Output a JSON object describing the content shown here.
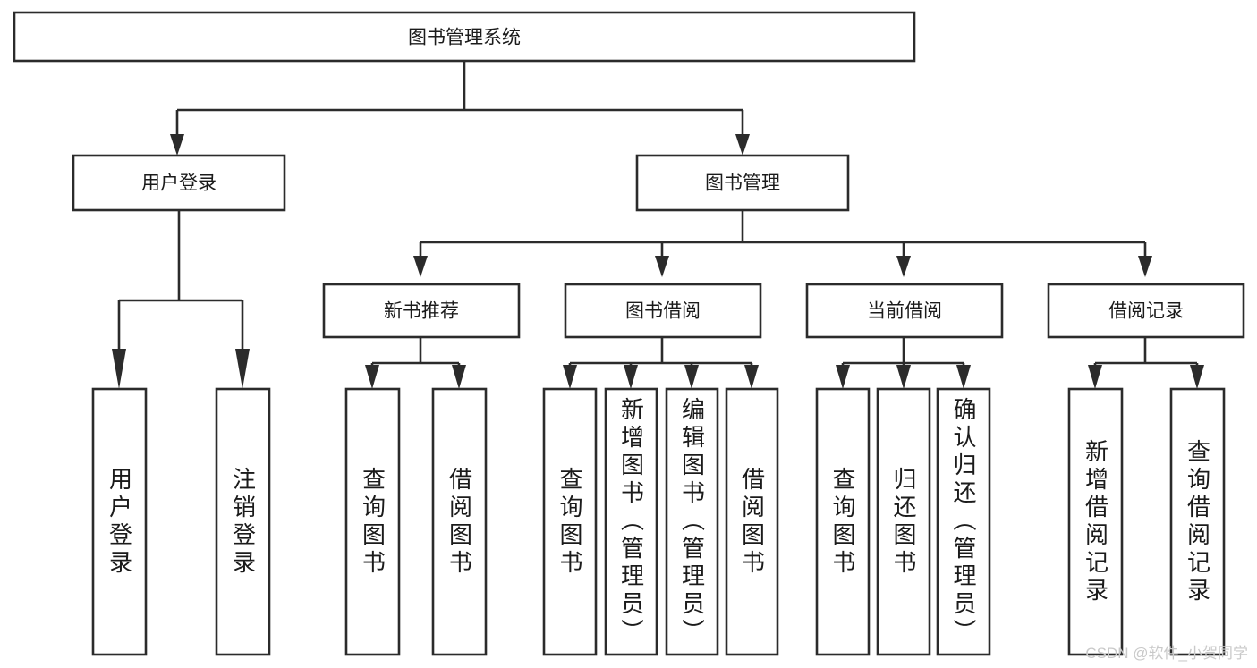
{
  "diagram": {
    "title_node": {
      "label": "图书管理系统",
      "id": "root"
    },
    "level2": [
      {
        "id": "user-login",
        "label": "用户登录"
      },
      {
        "id": "book-management",
        "label": "图书管理"
      }
    ],
    "level3": [
      {
        "id": "new-book-recommend",
        "label": "新书推荐",
        "parent": "book-management"
      },
      {
        "id": "book-borrow",
        "label": "图书借阅",
        "parent": "book-management"
      },
      {
        "id": "current-borrow",
        "label": "当前借阅",
        "parent": "book-management"
      },
      {
        "id": "borrow-record",
        "label": "借阅记录",
        "parent": "book-management"
      }
    ],
    "leaves": [
      {
        "id": "leaf-user-login",
        "label": "用户登录",
        "parent": "user-login"
      },
      {
        "id": "leaf-logout",
        "label": "注销登录",
        "parent": "user-login"
      },
      {
        "id": "leaf-query-book-1",
        "label": "查询图书",
        "parent": "new-book-recommend"
      },
      {
        "id": "leaf-borrow-book-1",
        "label": "借阅图书",
        "parent": "new-book-recommend"
      },
      {
        "id": "leaf-query-book-2",
        "label": "查询图书",
        "parent": "book-borrow"
      },
      {
        "id": "leaf-add-book",
        "label": "新增图书（管理员）",
        "parent": "book-borrow"
      },
      {
        "id": "leaf-edit-book",
        "label": "编辑图书（管理员）",
        "parent": "book-borrow"
      },
      {
        "id": "leaf-borrow-book-2",
        "label": "借阅图书",
        "parent": "book-borrow"
      },
      {
        "id": "leaf-query-book-3",
        "label": "查询图书",
        "parent": "current-borrow"
      },
      {
        "id": "leaf-return-book",
        "label": "归还图书",
        "parent": "current-borrow"
      },
      {
        "id": "leaf-confirm-return",
        "label": "确认归还（管理员）",
        "parent": "current-borrow"
      },
      {
        "id": "leaf-add-record",
        "label": "新增借阅记录",
        "parent": "borrow-record"
      },
      {
        "id": "leaf-query-record",
        "label": "查询借阅记录",
        "parent": "borrow-record"
      }
    ],
    "colors": {
      "stroke": "#2b2b2b",
      "fill": "#ffffff",
      "text": "#1b1b1b",
      "watermark": "#c9c9c9"
    }
  },
  "watermark": {
    "text": "CSDN @软件_小贺同学"
  }
}
